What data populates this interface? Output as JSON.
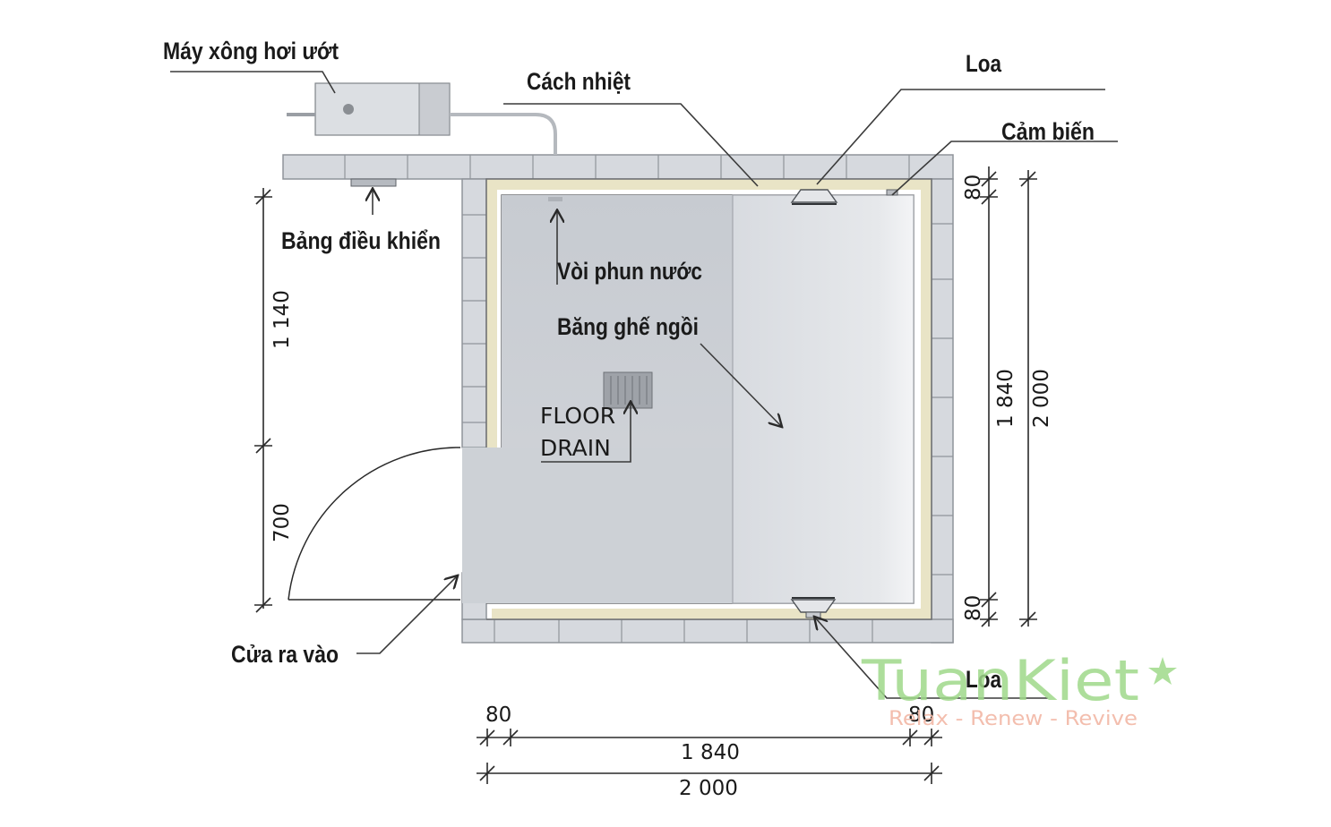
{
  "labels": {
    "steam_generator": "Máy xông hơi ướt",
    "insulation": "Cách nhiệt",
    "speaker_top": "Loa",
    "sensor": "Cảm biến",
    "control_panel": "Bảng điều khiển",
    "nozzle": "Vòi phun nước",
    "bench": "Băng ghế ngồi",
    "floor_drain_line1": "FLOOR",
    "floor_drain_line2": "DRAIN",
    "door": "Cửa ra vào",
    "speaker_bottom": "Loa"
  },
  "dimensions": {
    "left_upper": "1 140",
    "left_lower": "700",
    "right_top_wall": "80",
    "right_inner": "1 840",
    "right_total": "2 000",
    "right_bottom_wall": "80",
    "bottom_left_wall": "80",
    "bottom_inner": "1 840",
    "bottom_right_wall": "80",
    "bottom_total": "2 000"
  },
  "watermark": {
    "brand": "TuanKiet",
    "tagline": "Relax - Renew - Revive"
  },
  "colors": {
    "wall": "#d6d9de",
    "insulation": "#e9e4c6",
    "interior": "#cfd3d9",
    "bench": "#dfe2e6",
    "watermark_green": "#9fd98a",
    "watermark_pink": "#f2b8a6"
  }
}
